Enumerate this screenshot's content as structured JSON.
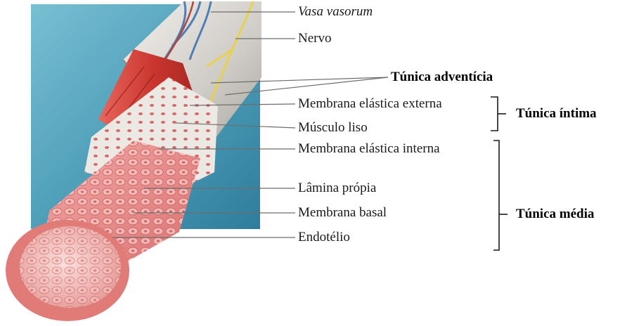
{
  "labels": {
    "vasa_vasorum": "Vasa vasorum",
    "nervo": "Nervo",
    "membrana_elastica_externa": "Membrana elástica externa",
    "musculo_liso": "Músculo liso",
    "membrana_elastica_interna": "Membrana elástica interna",
    "lamina_propia": "Lâmina própia",
    "membrana_basal": "Membrana basal",
    "endotelio": "Endotélio"
  },
  "groups": {
    "tunica_adventicia": "Túnica adventícia",
    "tunica_intima": "Túnica íntima",
    "tunica_media": "Túnica média"
  },
  "colors": {
    "background_panel": "#5aa7c0",
    "adventitia": "#d7d4cf",
    "muscle": "#d2433a",
    "endothelium": "#e9878a",
    "nerve": "#e8d24a",
    "vessel_blue": "#4f7fb6",
    "leader_line": "#6d6d6d"
  }
}
